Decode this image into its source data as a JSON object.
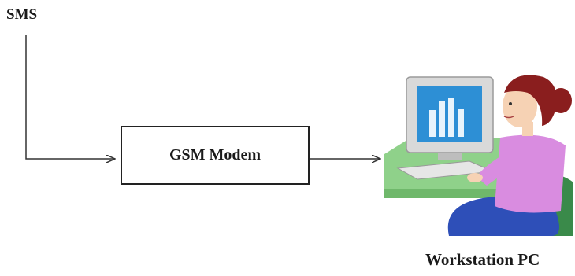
{
  "diagram": {
    "source_label": "SMS",
    "modem_label": "GSM Modem",
    "destination_label": "Workstation PC"
  },
  "icons": {
    "workstation": "person-at-computer-icon"
  },
  "colors": {
    "line": "#333333",
    "monitor_screen": "#2d8fd5",
    "monitor_frame": "#d9d9d9",
    "desk": "#8fd18a",
    "shirt": "#d98ce0",
    "pants": "#2e4fb8",
    "hair": "#8a1e1e",
    "chair": "#3a8a4a",
    "skin": "#f6d2b4"
  }
}
